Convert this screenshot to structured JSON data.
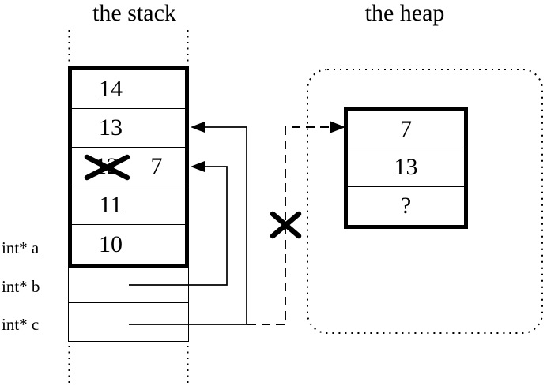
{
  "titles": {
    "stack": "the stack",
    "heap": "the heap"
  },
  "pointer_labels": [
    "int* a",
    "int* b",
    "int* c"
  ],
  "stack": {
    "cells": [
      {
        "value": "14"
      },
      {
        "value": "13"
      },
      {
        "value": "12",
        "crossed_out": true,
        "new_value": "7"
      },
      {
        "value": "11"
      },
      {
        "value": "10"
      }
    ]
  },
  "heap": {
    "cells": [
      "7",
      "13",
      "?"
    ]
  },
  "icons": {
    "overwritten_value_mark": "x-mark",
    "dangling_pointer_mark": "x-mark",
    "pointer_arrowhead": "filled-triangle"
  },
  "colors": {
    "ink": "#000000",
    "background": "#ffffff"
  }
}
